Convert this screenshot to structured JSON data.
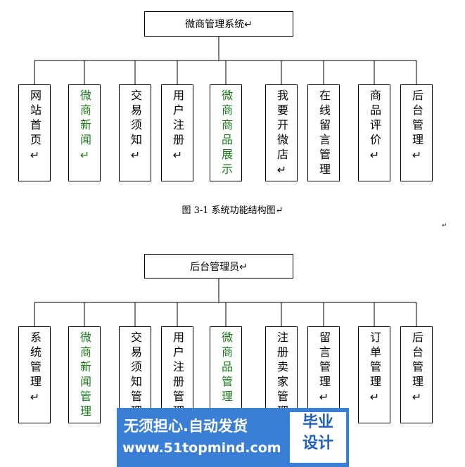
{
  "diagram1": {
    "root": "微商管理系统↵",
    "children": [
      {
        "label": "网站首页↵",
        "green": false
      },
      {
        "label": "微商新闻↵",
        "green": true
      },
      {
        "label": "交易须知↵",
        "green": false
      },
      {
        "label": "用户注册↵",
        "green": false
      },
      {
        "label": "微商商品展示",
        "green": true
      },
      {
        "label": "我要开微店↵",
        "green": false
      },
      {
        "label": "在线留言管理",
        "green": false
      },
      {
        "label": "商品评价↵",
        "green": false
      },
      {
        "label": "后台管理↵",
        "green": false
      }
    ]
  },
  "caption": "图 3-1  系统功能结构图↵",
  "mark": "↵",
  "diagram2": {
    "root": "后台管理员↵",
    "children": [
      {
        "label": "系统管理↵",
        "green": false
      },
      {
        "label": "微商新闻管理",
        "green": true
      },
      {
        "label": "交易须知管理",
        "green": false
      },
      {
        "label": "用户注册管理",
        "green": false
      },
      {
        "label": "微商品管理",
        "green": true
      },
      {
        "label": "注册卖家管理",
        "green": false
      },
      {
        "label": "留言管理↵",
        "green": false
      },
      {
        "label": "订单管理↵",
        "green": false
      },
      {
        "label": "后台管理↵",
        "green": false
      }
    ]
  },
  "watermark": {
    "slogan": "无须担心.自动发货",
    "url": "www.51topmind.com",
    "brand_line1": "毕业",
    "brand_line2": "设计"
  }
}
